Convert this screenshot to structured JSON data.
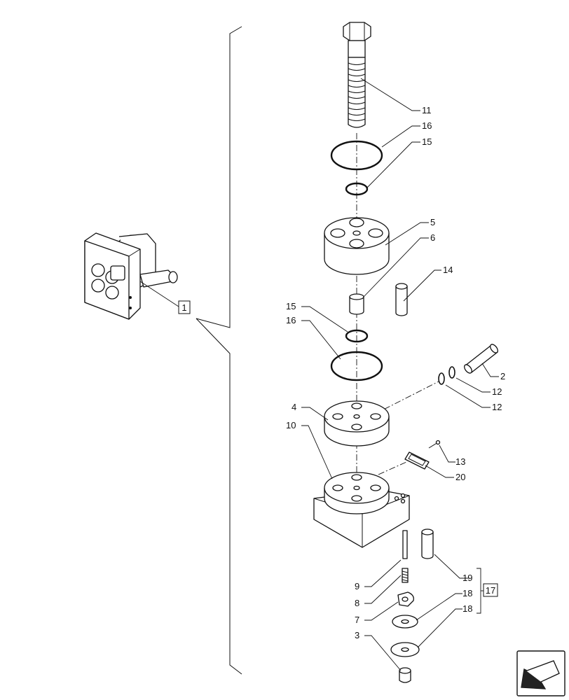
{
  "labels": {
    "l1": "1",
    "l2": "2",
    "l3": "3",
    "l4": "4",
    "l5": "5",
    "l6": "6",
    "l7": "7",
    "l8": "8",
    "l9": "9",
    "l10": "10",
    "l11": "11",
    "l12a": "12",
    "l12b": "12",
    "l13": "13",
    "l14": "14",
    "l15a": "15",
    "l15b": "15",
    "l16a": "16",
    "l16b": "16",
    "l17": "17",
    "l18a": "18",
    "l18b": "18",
    "l19": "19",
    "l20": "20"
  },
  "nav_icon": "arrow-down-left-icon"
}
